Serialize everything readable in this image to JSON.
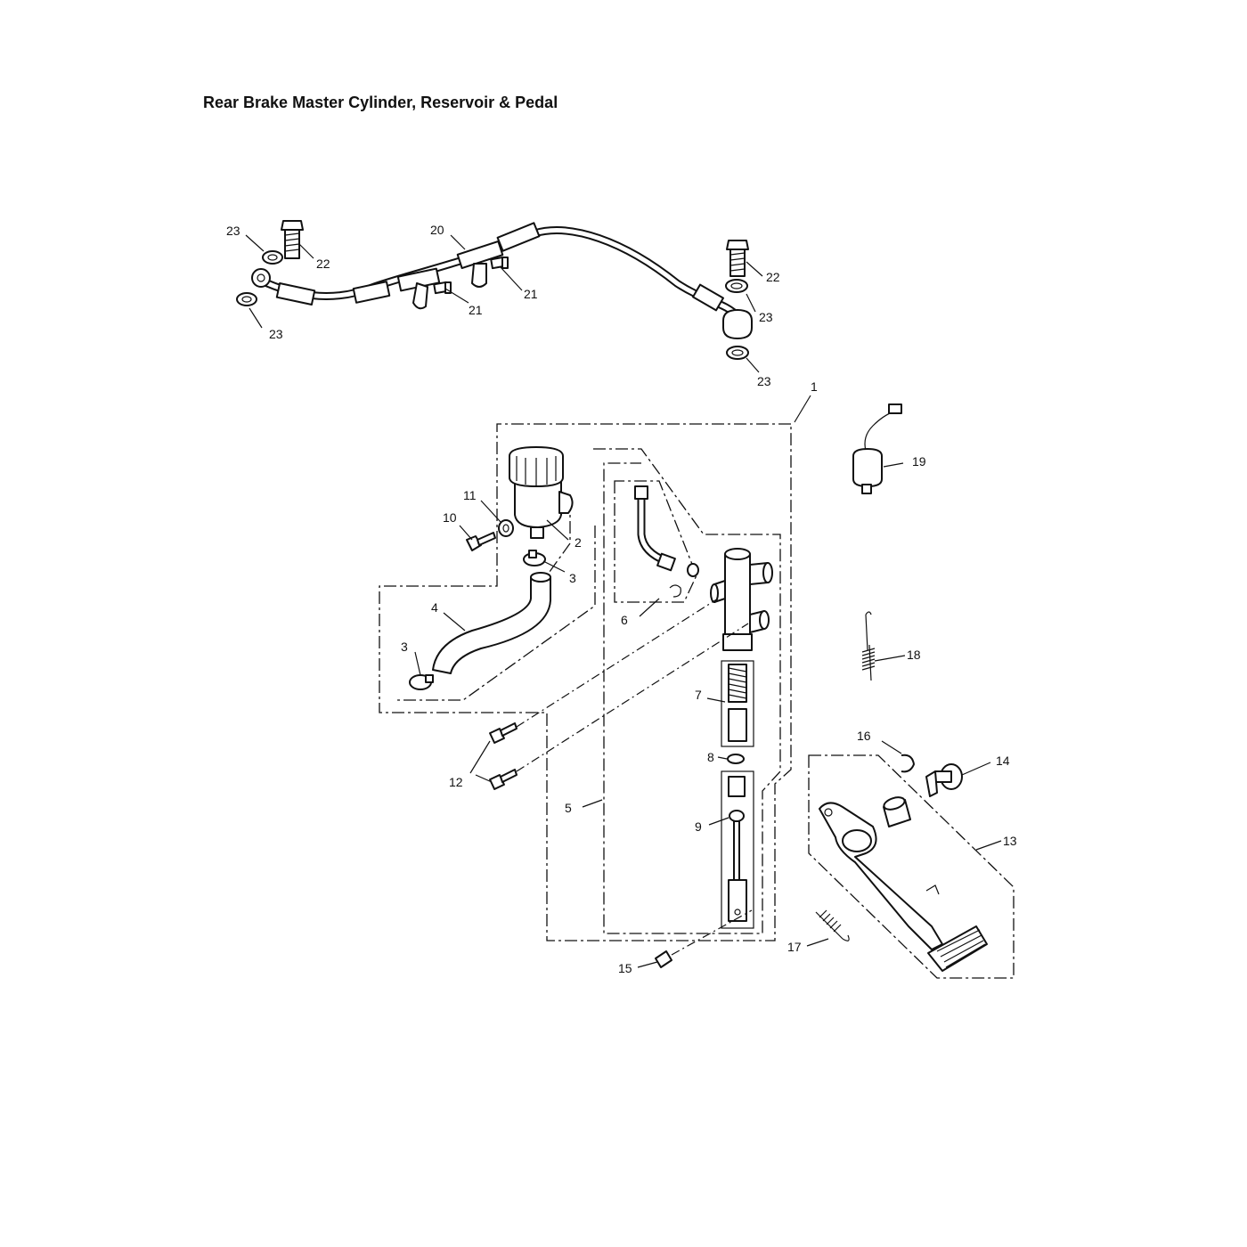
{
  "title": "Rear Brake Master Cylinder, Reservoir & Pedal",
  "callouts": [
    {
      "id": "23a",
      "text": "23"
    },
    {
      "id": "22a",
      "text": "22"
    },
    {
      "id": "23b",
      "text": "23"
    },
    {
      "id": "20",
      "text": "20"
    },
    {
      "id": "21a",
      "text": "21"
    },
    {
      "id": "21b",
      "text": "21"
    },
    {
      "id": "22b",
      "text": "22"
    },
    {
      "id": "23c",
      "text": "23"
    },
    {
      "id": "23d",
      "text": "23"
    },
    {
      "id": "1",
      "text": "1"
    },
    {
      "id": "19",
      "text": "19"
    },
    {
      "id": "11",
      "text": "11"
    },
    {
      "id": "10",
      "text": "10"
    },
    {
      "id": "2",
      "text": "2"
    },
    {
      "id": "3a",
      "text": "3"
    },
    {
      "id": "6",
      "text": "6"
    },
    {
      "id": "4",
      "text": "4"
    },
    {
      "id": "3b",
      "text": "3"
    },
    {
      "id": "18",
      "text": "18"
    },
    {
      "id": "7",
      "text": "7"
    },
    {
      "id": "16",
      "text": "16"
    },
    {
      "id": "14",
      "text": "14"
    },
    {
      "id": "8",
      "text": "8"
    },
    {
      "id": "12",
      "text": "12"
    },
    {
      "id": "5",
      "text": "5"
    },
    {
      "id": "9",
      "text": "9"
    },
    {
      "id": "13",
      "text": "13"
    },
    {
      "id": "17",
      "text": "17"
    },
    {
      "id": "15",
      "text": "15"
    }
  ]
}
